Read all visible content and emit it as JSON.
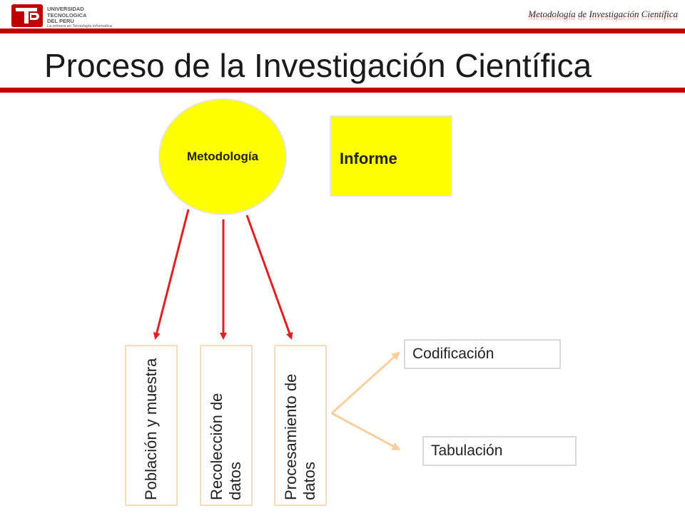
{
  "header": {
    "logo": {
      "line1": "UNIVERSIDAD",
      "line2": "TECNOLOGICA",
      "line3": "DEL PERU",
      "tagline": "La primera en Tecnología Informática"
    },
    "caption": "Metodología de Investigación Científica"
  },
  "title": "Proceso de la Investigación Científica",
  "nodes": {
    "metodologia": "Metodología",
    "informe": "Informe",
    "poblacion": "Población y muestra",
    "recoleccion": "Recolección de datos",
    "procesamiento": "Procesamiento de datos",
    "codificacion": "Codificación",
    "tabulacion": "Tabulación"
  },
  "colors": {
    "accent_red": "#c00000",
    "node_yellow": "#ffff00",
    "arrow_red": "#e02020",
    "branch_peach": "#f9cfa0"
  }
}
